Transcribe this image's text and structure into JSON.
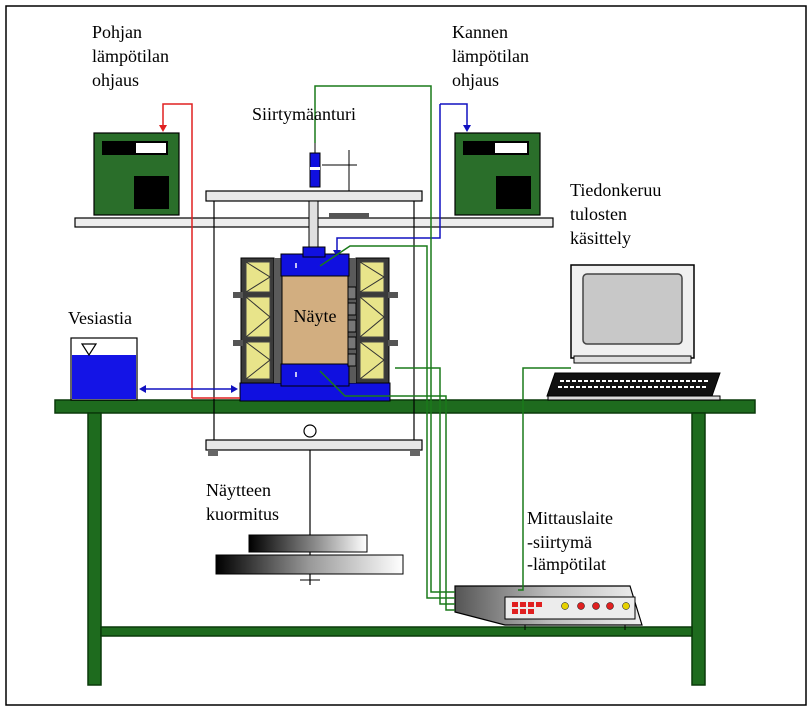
{
  "labels": {
    "bottom_temp_control": [
      "Pohjan",
      "lämpötilan",
      "ohjaus"
    ],
    "top_temp_control": [
      "Kannen",
      "lämpötilan",
      "ohjaus"
    ],
    "displacement_sensor": "Siirtymäanturi",
    "data_collection": [
      "Tiedonkeruu",
      "tulosten",
      "käsittely"
    ],
    "water_tank": "Vesiastia",
    "sample": "Näyte",
    "sample_loading": [
      "Näytteen",
      "kuormitus"
    ],
    "measuring_device": [
      "Mittauslaite",
      "-siirtymä",
      "-lämpötilat"
    ]
  },
  "colors": {
    "table_green": "#1e6b1e",
    "controller_green": "#2a6e2a",
    "cap_blue": "#1010e0",
    "water_blue": "#1414e6",
    "insulation_yellow": "#e8e48a",
    "sample_tan": "#d2ae80",
    "wire_red": "#e02020",
    "wire_blue": "#1010c0",
    "wire_green": "#1a7a1a"
  }
}
